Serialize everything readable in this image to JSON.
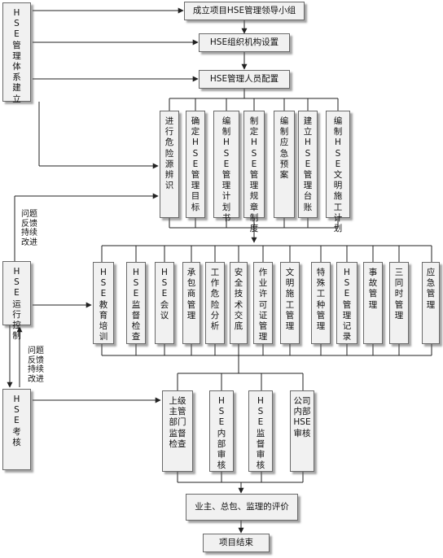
{
  "left_column": {
    "establish": "HSE管理体系建立",
    "operate": "HSE运行控制",
    "assess": "HSE考核"
  },
  "feedback_labels": {
    "upper": "问题反馈持续改进",
    "lower": "问题反馈持续改进"
  },
  "top_steps": [
    "成立项目HSE管理领导小组",
    "HSE组织机构设置",
    "HSE管理人员配置"
  ],
  "plan_items": [
    "进行危险源辨识",
    "确定HSE管理目标",
    "编制HSE管理计划书",
    "制定HSE管理规章制度",
    "编制应急预案",
    "建立HSE管理台账",
    "编制HSE文明施工计划"
  ],
  "operation_items": [
    "HSE教育培训",
    "HSE监督检查",
    "HSE会议",
    "承包商管理",
    "工作危险分析",
    "安全技术交底",
    "作业许可证管理",
    "文明施工管理",
    "特殊工种管理",
    "HSE管理记录",
    "事故管理",
    "三同时管理",
    "应急管理"
  ],
  "audit_items": [
    "上级主管部门监督检查",
    "HSE内部审核",
    "HSE监督审核",
    "公司内部HSE审核"
  ],
  "evaluation": "业主、总包、监理的评价",
  "end": "项目结束"
}
